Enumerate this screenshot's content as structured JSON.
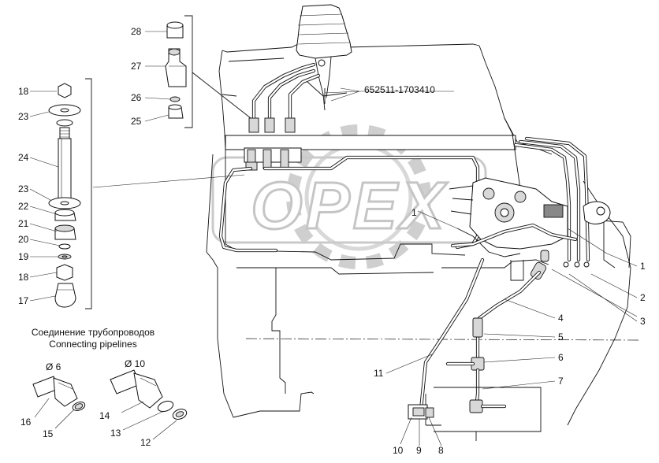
{
  "caption": {
    "line1": "Соединение трубопроводов",
    "line2": "Connecting pipelines"
  },
  "code_label": "652511-1703410",
  "sizes": {
    "small": "Ø 6",
    "large": "Ø 10"
  },
  "watermark": "OPEX",
  "callouts": {
    "n1a": "1",
    "n1b": "1",
    "n2": "2",
    "n3": "3",
    "n4": "4",
    "n5": "5",
    "n6": "6",
    "n7": "7",
    "n8": "8",
    "n9": "9",
    "n10": "10",
    "n11": "11",
    "n12": "12",
    "n13": "13",
    "n14": "14",
    "n15": "15",
    "n16": "16",
    "n17": "17",
    "n18a": "18",
    "n18b": "18",
    "n19": "19",
    "n20": "20",
    "n21": "21",
    "n22": "22",
    "n23a": "23",
    "n23b": "23",
    "n24": "24",
    "n25": "25",
    "n26": "26",
    "n27": "27",
    "n28": "28"
  }
}
